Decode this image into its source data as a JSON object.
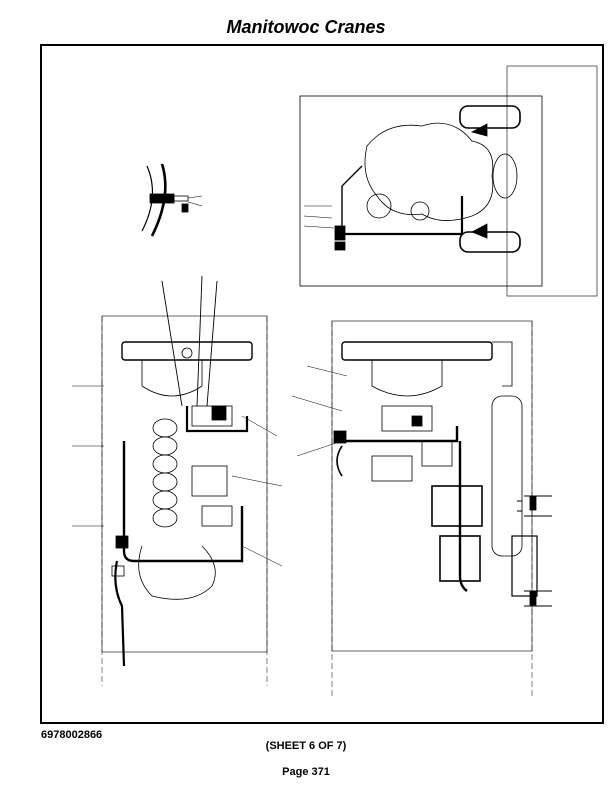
{
  "header": {
    "title": "Manitowoc Cranes"
  },
  "footer": {
    "doc_number": "6978002866",
    "sheet": "(SHEET 6 OF 7)",
    "page": "Page 371"
  }
}
